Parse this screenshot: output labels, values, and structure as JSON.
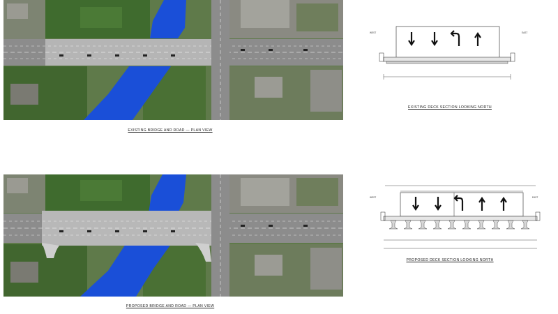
{
  "existing": {
    "plan_caption": "EXISTING BRIDGE AND ROAD — PLAN VIEW",
    "section_caption": "EXISTING DECK SECTION LOOKING NORTH",
    "west_label": "WEST",
    "east_label": "EAST",
    "lane_arrows": [
      "down",
      "down",
      "left-turn",
      "up"
    ]
  },
  "proposed": {
    "plan_caption": "PROPOSED BRIDGE AND ROAD — PLAN VIEW",
    "section_caption": "PROPOSED DECK SECTION LOOKING NORTH",
    "west_label": "WEST",
    "east_label": "EAST",
    "lane_arrows": [
      "down",
      "down",
      "left-turn",
      "up",
      "up"
    ]
  },
  "colors": {
    "river": "#1a4fd8",
    "road": "#8c8c8c",
    "vegetation": "#3f6b2e",
    "bridge": "#c8c8c8"
  }
}
